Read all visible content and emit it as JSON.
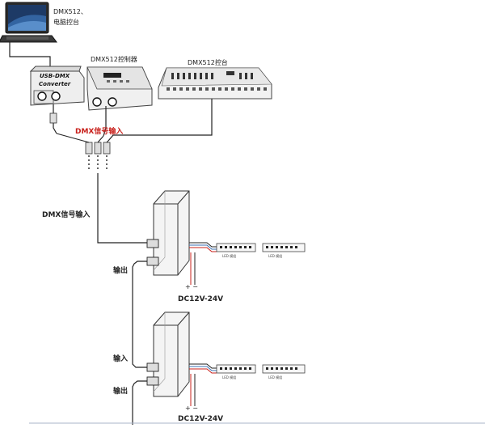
{
  "labels": {
    "pc_line1": "DMX512、",
    "pc_line2": "电脑控台",
    "controller": "DMX512控制器",
    "console": "DMX512控台",
    "converter_line1": "USB-DMX",
    "converter_line2": "Converter",
    "dmx_input_red": "DMX信号输入",
    "dmx_input": "DMX信号输入",
    "output_1": "输出",
    "input_2": "输入",
    "output_2": "输出",
    "led_module_1a": "LED 模组",
    "led_module_1b": "LED 模组",
    "led_module_2a": "LED 模组",
    "led_module_2b": "LED 模组",
    "power_1": "DC12V-24V",
    "power_2": "DC12V-24V",
    "polarity_1": "+ −",
    "polarity_2": "+ −"
  },
  "colors": {
    "line": "#222222",
    "red": "#c8201b",
    "device_fill": "#f2f2f2",
    "device_stroke": "#555555",
    "screen": "#1d3a66"
  }
}
